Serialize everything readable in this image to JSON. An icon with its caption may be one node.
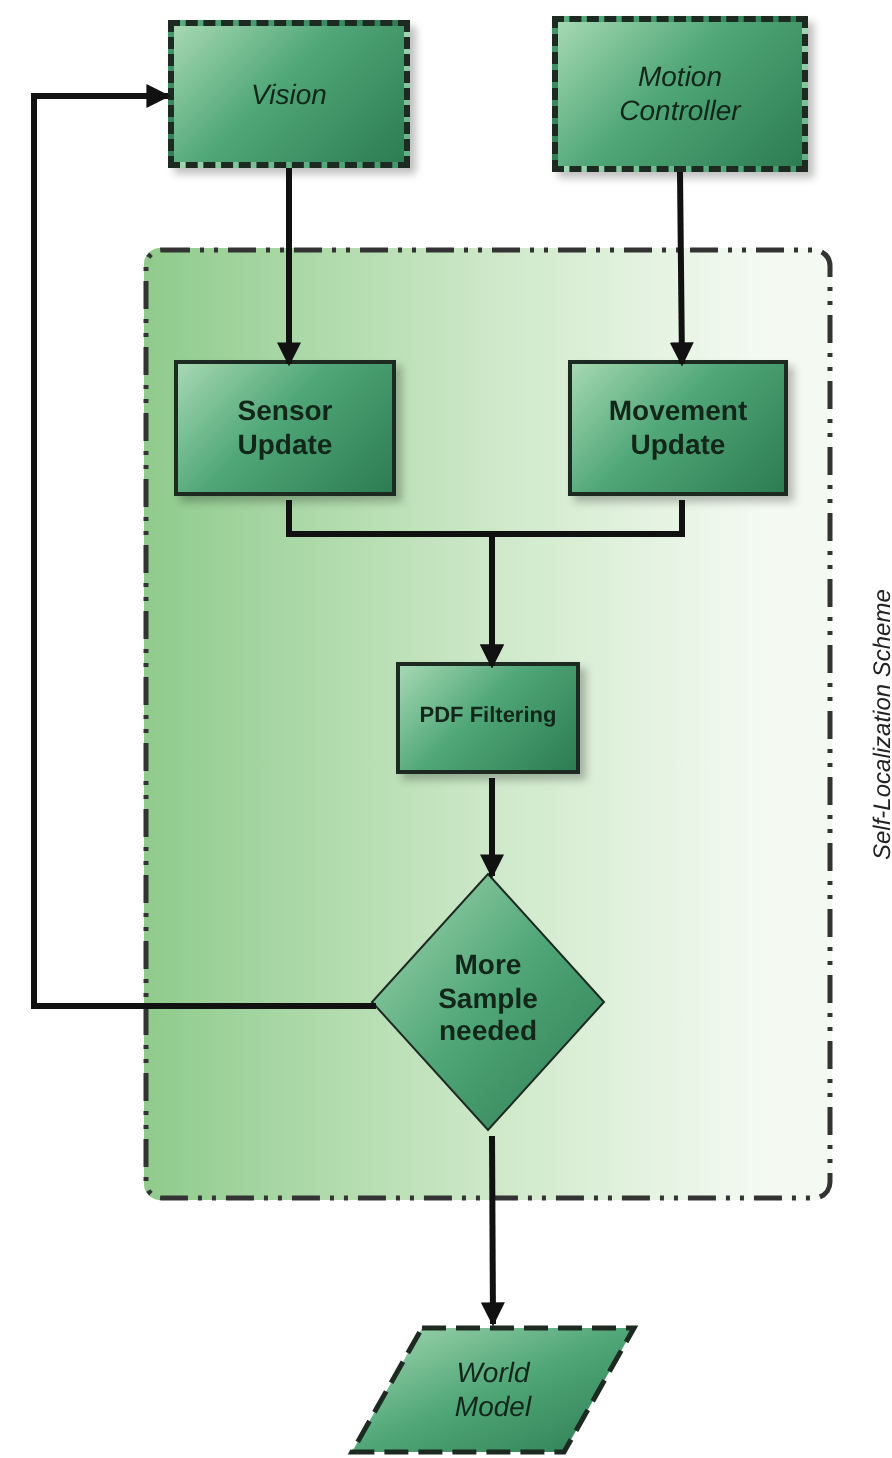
{
  "diagram": {
    "nodes": [
      {
        "text": [
          "Vision"
        ]
      },
      {
        "text": [
          "Motion Controller"
        ]
      },
      {
        "text": [
          "Self-Localization Scheme"
        ]
      },
      {
        "text": [
          "Sensor Update"
        ],
        "in": 2
      },
      {
        "text": [
          "Movement Update"
        ],
        "in": 2
      },
      {
        "text": [
          "PDF Filtering"
        ],
        "in": 2
      },
      {
        "text": [
          "More Sample needed"
        ],
        "in": 2
      },
      {
        "text": [
          "World Model"
        ]
      }
    ],
    "edges": [
      {
        "from": 0,
        "to": 3,
        "arrow": "to"
      },
      {
        "from": 1,
        "to": 4,
        "arrow": "to"
      },
      {
        "from": 3,
        "to": 5,
        "arrow": "to"
      },
      {
        "from": 4,
        "to": 5,
        "arrow": "to"
      },
      {
        "from": 5,
        "to": 6,
        "arrow": "to"
      },
      {
        "from": 6,
        "to": 0,
        "arrow": "to"
      },
      {
        "from": 6,
        "to": 7,
        "arrow": "to"
      }
    ]
  }
}
